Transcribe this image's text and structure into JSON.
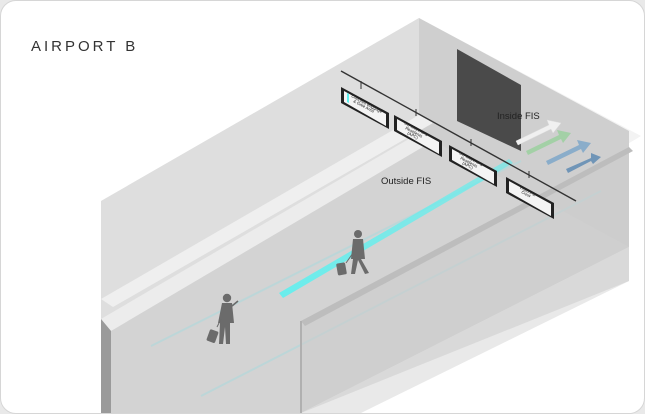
{
  "title": "AIRPORT B",
  "labels": {
    "inside": "Inside FIS",
    "outside": "Outside FIS"
  },
  "signs": [
    {
      "line1": "Checked Baggage",
      "line2": "& Gate Area"
    },
    {
      "line1": "US Citizens &",
      "line2": "Residents",
      "line3": "(APC)"
    },
    {
      "line1": "US Citizens &",
      "line2": "Residents",
      "line3": "(APC)"
    },
    {
      "line1": "Visitors &",
      "line2": "Crew"
    }
  ],
  "colors": {
    "floor": "#d2d2d2",
    "wall": "#e2e2e2",
    "accent": "#5ef0ef",
    "arrow_green": "#9bd09f",
    "arrow_blue": "#7ea7c9"
  }
}
